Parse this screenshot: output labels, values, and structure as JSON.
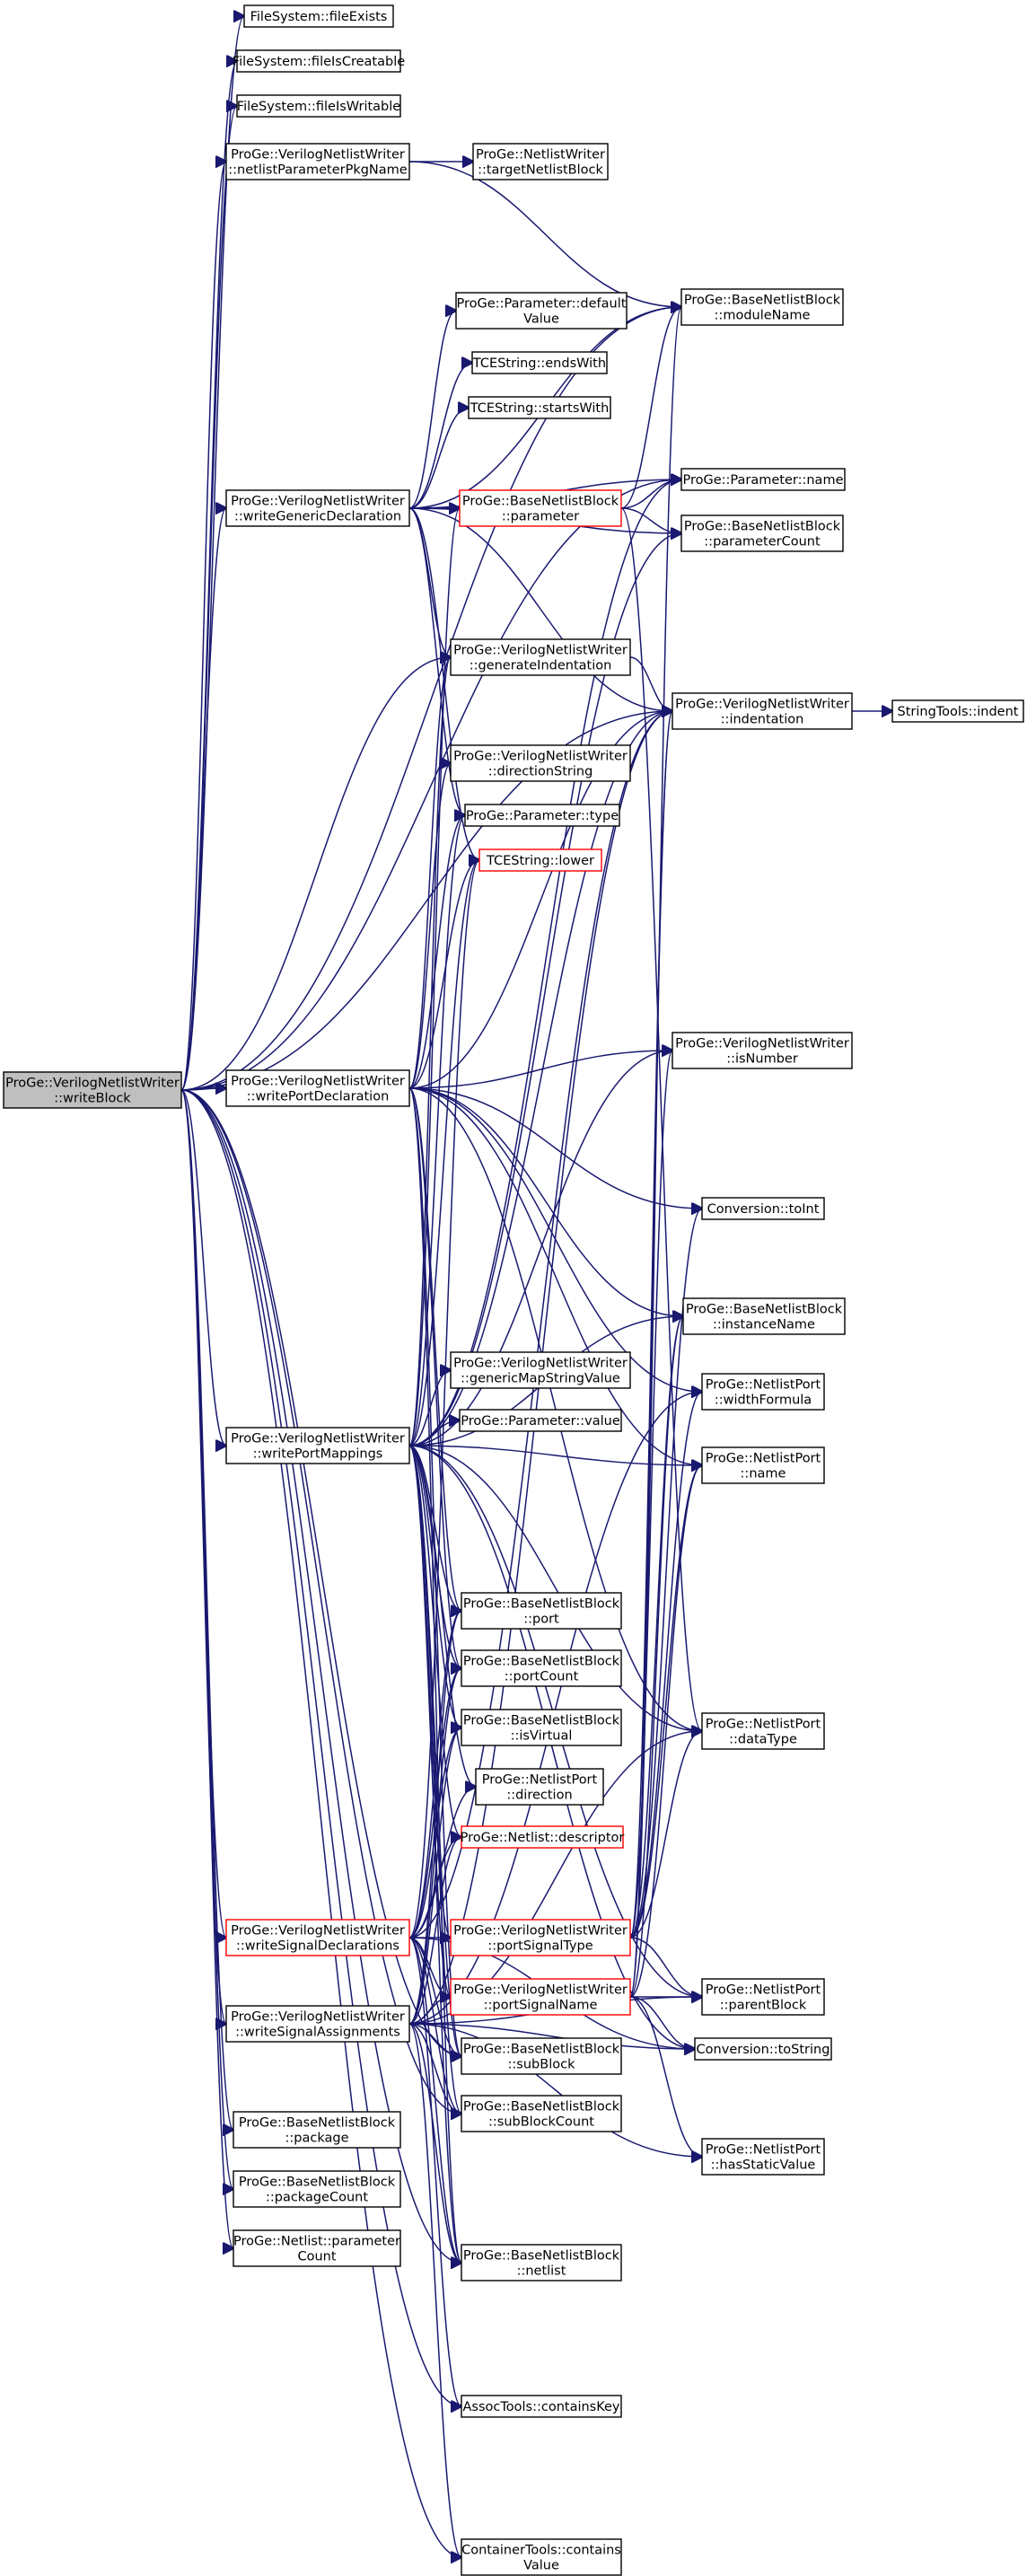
{
  "colors": {
    "edge": "#191970",
    "node_border": "#000000",
    "truncated_border": "#ff0000",
    "root_fill": "#bfbfbf"
  },
  "nodes": {
    "root": {
      "lines": [
        "ProGe::VerilogNetlistWriter",
        "::writeBlock"
      ],
      "style": "root"
    },
    "fileExists": {
      "lines": [
        "FileSystem::fileExists"
      ]
    },
    "fileIsCreatable": {
      "lines": [
        "FileSystem::fileIsCreatable"
      ]
    },
    "fileIsWritable": {
      "lines": [
        "FileSystem::fileIsWritable"
      ]
    },
    "netlistParameterPkgName": {
      "lines": [
        "ProGe::VerilogNetlistWriter",
        "::netlistParameterPkgName"
      ]
    },
    "targetNetlistBlock": {
      "lines": [
        "ProGe::NetlistWriter",
        "::targetNetlistBlock"
      ]
    },
    "moduleName": {
      "lines": [
        "ProGe::BaseNetlistBlock",
        "::moduleName"
      ]
    },
    "defaultValue": {
      "lines": [
        "ProGe::Parameter::default",
        "Value"
      ]
    },
    "endsWith": {
      "lines": [
        "TCEString::endsWith"
      ]
    },
    "startsWith": {
      "lines": [
        "TCEString::startsWith"
      ]
    },
    "writeGenericDeclaration": {
      "lines": [
        "ProGe::VerilogNetlistWriter",
        "::writeGenericDeclaration"
      ]
    },
    "parameter": {
      "lines": [
        "ProGe::BaseNetlistBlock",
        "::parameter"
      ],
      "style": "red"
    },
    "parameterName": {
      "lines": [
        "ProGe::Parameter::name"
      ]
    },
    "parameterCount": {
      "lines": [
        "ProGe::BaseNetlistBlock",
        "::parameterCount"
      ]
    },
    "generateIndentation": {
      "lines": [
        "ProGe::VerilogNetlistWriter",
        "::generateIndentation"
      ]
    },
    "indentation": {
      "lines": [
        "ProGe::VerilogNetlistWriter",
        "::indentation"
      ]
    },
    "stringIndent": {
      "lines": [
        "StringTools::indent"
      ]
    },
    "directionString": {
      "lines": [
        "ProGe::VerilogNetlistWriter",
        "::directionString"
      ]
    },
    "parameterType": {
      "lines": [
        "ProGe::Parameter::type"
      ]
    },
    "lower": {
      "lines": [
        "TCEString::lower"
      ],
      "style": "red"
    },
    "writePortDeclaration": {
      "lines": [
        "ProGe::VerilogNetlistWriter",
        "::writePortDeclaration"
      ]
    },
    "isNumber": {
      "lines": [
        "ProGe::VerilogNetlistWriter",
        "::isNumber"
      ]
    },
    "toInt": {
      "lines": [
        "Conversion::toInt"
      ]
    },
    "instanceName": {
      "lines": [
        "ProGe::BaseNetlistBlock",
        "::instanceName"
      ]
    },
    "genericMapStringValue": {
      "lines": [
        "ProGe::VerilogNetlistWriter",
        "::genericMapStringValue"
      ]
    },
    "widthFormula": {
      "lines": [
        "ProGe::NetlistPort",
        "::widthFormula"
      ]
    },
    "writePortMappings": {
      "lines": [
        "ProGe::VerilogNetlistWriter",
        "::writePortMappings"
      ]
    },
    "parameterValue": {
      "lines": [
        "ProGe::Parameter::value"
      ]
    },
    "portName": {
      "lines": [
        "ProGe::NetlistPort",
        "::name"
      ]
    },
    "port": {
      "lines": [
        "ProGe::BaseNetlistBlock",
        "::port"
      ]
    },
    "portCount": {
      "lines": [
        "ProGe::BaseNetlistBlock",
        "::portCount"
      ]
    },
    "isVirtual": {
      "lines": [
        "ProGe::BaseNetlistBlock",
        "::isVirtual"
      ]
    },
    "dataType": {
      "lines": [
        "ProGe::NetlistPort",
        "::dataType"
      ]
    },
    "direction": {
      "lines": [
        "ProGe::NetlistPort",
        "::direction"
      ]
    },
    "descriptor": {
      "lines": [
        "ProGe::Netlist::descriptor"
      ],
      "style": "red"
    },
    "writeSignalDeclarations": {
      "lines": [
        "ProGe::VerilogNetlistWriter",
        "::writeSignalDeclarations"
      ],
      "style": "red"
    },
    "portSignalType": {
      "lines": [
        "ProGe::VerilogNetlistWriter",
        "::portSignalType"
      ],
      "style": "red"
    },
    "parentBlock": {
      "lines": [
        "ProGe::NetlistPort",
        "::parentBlock"
      ]
    },
    "writeSignalAssignments": {
      "lines": [
        "ProGe::VerilogNetlistWriter",
        "::writeSignalAssignments"
      ]
    },
    "portSignalName": {
      "lines": [
        "ProGe::VerilogNetlistWriter",
        "::portSignalName"
      ],
      "style": "red"
    },
    "toString": {
      "lines": [
        "Conversion::toString"
      ]
    },
    "subBlock": {
      "lines": [
        "ProGe::BaseNetlistBlock",
        "::subBlock"
      ]
    },
    "subBlockCount": {
      "lines": [
        "ProGe::BaseNetlistBlock",
        "::subBlockCount"
      ]
    },
    "hasStaticValue": {
      "lines": [
        "ProGe::NetlistPort",
        "::hasStaticValue"
      ]
    },
    "package": {
      "lines": [
        "ProGe::BaseNetlistBlock",
        "::package"
      ]
    },
    "packageCount": {
      "lines": [
        "ProGe::BaseNetlistBlock",
        "::packageCount"
      ]
    },
    "netlistParameterCount": {
      "lines": [
        "ProGe::Netlist::parameter",
        "Count"
      ]
    },
    "netlist": {
      "lines": [
        "ProGe::BaseNetlistBlock",
        "::netlist"
      ]
    },
    "containsKey": {
      "lines": [
        "AssocTools::containsKey"
      ]
    },
    "containsValue": {
      "lines": [
        "ContainerTools::contains",
        "Value"
      ]
    }
  },
  "edges": [
    [
      "root",
      "fileExists"
    ],
    [
      "root",
      "fileIsCreatable"
    ],
    [
      "root",
      "fileIsWritable"
    ],
    [
      "root",
      "netlistParameterPkgName"
    ],
    [
      "root",
      "moduleName"
    ],
    [
      "root",
      "writeGenericDeclaration"
    ],
    [
      "root",
      "indentation"
    ],
    [
      "root",
      "writePortDeclaration"
    ],
    [
      "root",
      "writePortMappings"
    ],
    [
      "root",
      "writeSignalDeclarations"
    ],
    [
      "root",
      "writeSignalAssignments"
    ],
    [
      "root",
      "package"
    ],
    [
      "root",
      "packageCount"
    ],
    [
      "root",
      "netlistParameterCount"
    ],
    [
      "root",
      "netlist"
    ],
    [
      "root",
      "parameterName"
    ],
    [
      "root",
      "generateIndentation"
    ],
    [
      "root",
      "subBlock"
    ],
    [
      "root",
      "subBlockCount"
    ],
    [
      "root",
      "containsKey"
    ],
    [
      "root",
      "containsValue"
    ],
    [
      "netlistParameterPkgName",
      "targetNetlistBlock"
    ],
    [
      "netlistParameterPkgName",
      "moduleName"
    ],
    [
      "writeGenericDeclaration",
      "defaultValue"
    ],
    [
      "writeGenericDeclaration",
      "endsWith"
    ],
    [
      "writeGenericDeclaration",
      "startsWith"
    ],
    [
      "writeGenericDeclaration",
      "parameter"
    ],
    [
      "writeGenericDeclaration",
      "parameterName"
    ],
    [
      "writeGenericDeclaration",
      "parameterCount"
    ],
    [
      "writeGenericDeclaration",
      "generateIndentation"
    ],
    [
      "writeGenericDeclaration",
      "indentation"
    ],
    [
      "writeGenericDeclaration",
      "parameterType"
    ],
    [
      "writeGenericDeclaration",
      "lower"
    ],
    [
      "writeGenericDeclaration",
      "moduleName"
    ],
    [
      "parameter",
      "moduleName"
    ],
    [
      "parameter",
      "parameterName"
    ],
    [
      "parameter",
      "parameterCount"
    ],
    [
      "parameter",
      "dataType"
    ],
    [
      "generateIndentation",
      "indentation"
    ],
    [
      "indentation",
      "stringIndent"
    ],
    [
      "writePortDeclaration",
      "directionString"
    ],
    [
      "writePortDeclaration",
      "generateIndentation"
    ],
    [
      "writePortDeclaration",
      "isNumber"
    ],
    [
      "writePortDeclaration",
      "toInt"
    ],
    [
      "writePortDeclaration",
      "instanceName"
    ],
    [
      "writePortDeclaration",
      "widthFormula"
    ],
    [
      "writePortDeclaration",
      "portName"
    ],
    [
      "writePortDeclaration",
      "port"
    ],
    [
      "writePortDeclaration",
      "portCount"
    ],
    [
      "writePortDeclaration",
      "dataType"
    ],
    [
      "writePortDeclaration",
      "indentation"
    ],
    [
      "writePortDeclaration",
      "parameterType"
    ],
    [
      "writePortDeclaration",
      "lower"
    ],
    [
      "writePortDeclaration",
      "netlist"
    ],
    [
      "writePortDeclaration",
      "subBlock"
    ],
    [
      "writePortMappings",
      "genericMapStringValue"
    ],
    [
      "writePortMappings",
      "parameterValue"
    ],
    [
      "writePortMappings",
      "portName"
    ],
    [
      "writePortMappings",
      "port"
    ],
    [
      "writePortMappings",
      "portCount"
    ],
    [
      "writePortMappings",
      "isVirtual"
    ],
    [
      "writePortMappings",
      "direction"
    ],
    [
      "writePortMappings",
      "descriptor"
    ],
    [
      "writePortMappings",
      "portSignalType"
    ],
    [
      "writePortMappings",
      "portSignalName"
    ],
    [
      "writePortMappings",
      "instanceName"
    ],
    [
      "writePortMappings",
      "isNumber"
    ],
    [
      "writePortMappings",
      "parameter"
    ],
    [
      "writePortMappings",
      "parameterName"
    ],
    [
      "writePortMappings",
      "parameterCount"
    ],
    [
      "writePortMappings",
      "indentation"
    ],
    [
      "writePortMappings",
      "generateIndentation"
    ],
    [
      "writePortMappings",
      "parentBlock"
    ],
    [
      "writePortMappings",
      "subBlock"
    ],
    [
      "writePortMappings",
      "subBlockCount"
    ],
    [
      "writePortMappings",
      "netlist"
    ],
    [
      "writePortMappings",
      "lower"
    ],
    [
      "writePortMappings",
      "parameterType"
    ],
    [
      "writePortMappings",
      "toString"
    ],
    [
      "writePortMappings",
      "dataType"
    ],
    [
      "writeSignalDeclarations",
      "port"
    ],
    [
      "writeSignalDeclarations",
      "portCount"
    ],
    [
      "writeSignalDeclarations",
      "isVirtual"
    ],
    [
      "writeSignalDeclarations",
      "portSignalType"
    ],
    [
      "writeSignalDeclarations",
      "portSignalName"
    ],
    [
      "writeSignalDeclarations",
      "descriptor"
    ],
    [
      "writeSignalDeclarations",
      "subBlock"
    ],
    [
      "writeSignalDeclarations",
      "subBlockCount"
    ],
    [
      "writeSignalDeclarations",
      "netlist"
    ],
    [
      "writeSignalDeclarations",
      "indentation"
    ],
    [
      "writeSignalDeclarations",
      "toString"
    ],
    [
      "writeSignalDeclarations",
      "containsKey"
    ],
    [
      "writeSignalDeclarations",
      "direction"
    ],
    [
      "writeSignalDeclarations",
      "lower"
    ],
    [
      "writeSignalAssignments",
      "portSignalName"
    ],
    [
      "writeSignalAssignments",
      "subBlock"
    ],
    [
      "writeSignalAssignments",
      "subBlockCount"
    ],
    [
      "writeSignalAssignments",
      "netlist"
    ],
    [
      "writeSignalAssignments",
      "port"
    ],
    [
      "writeSignalAssignments",
      "portCount"
    ],
    [
      "writeSignalAssignments",
      "hasStaticValue"
    ],
    [
      "writeSignalAssignments",
      "toString"
    ],
    [
      "writeSignalAssignments",
      "indentation"
    ],
    [
      "writeSignalAssignments",
      "containsValue"
    ],
    [
      "writeSignalAssignments",
      "descriptor"
    ],
    [
      "writeSignalAssignments",
      "parentBlock"
    ],
    [
      "writeSignalAssignments",
      "dataType"
    ],
    [
      "writeSignalAssignments",
      "widthFormula"
    ],
    [
      "writeSignalAssignments",
      "isVirtual"
    ],
    [
      "portSignalType",
      "dataType"
    ],
    [
      "portSignalType",
      "widthFormula"
    ],
    [
      "portSignalType",
      "isNumber"
    ],
    [
      "portSignalType",
      "toInt"
    ],
    [
      "portSignalType",
      "parentBlock"
    ],
    [
      "portSignalType",
      "instanceName"
    ],
    [
      "portSignalType",
      "portName"
    ],
    [
      "portSignalType",
      "indentation"
    ],
    [
      "portSignalName",
      "parentBlock"
    ],
    [
      "portSignalName",
      "instanceName"
    ],
    [
      "portSignalName",
      "portName"
    ],
    [
      "portSignalName",
      "toString"
    ],
    [
      "portSignalName",
      "hasStaticValue"
    ],
    [
      "portSignalName",
      "indentation"
    ],
    [
      "portSignalName",
      "moduleName"
    ]
  ]
}
